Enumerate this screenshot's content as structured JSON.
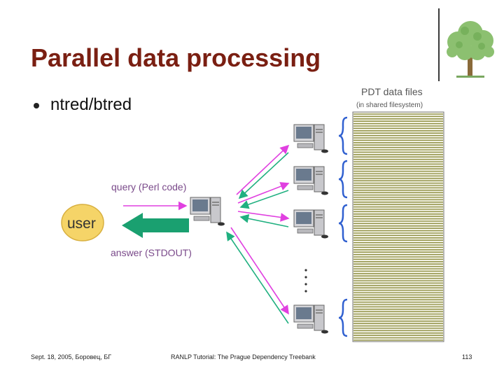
{
  "slide": {
    "title": "Parallel data processing",
    "bullets": [
      "ntred/btred"
    ]
  },
  "diagram": {
    "files_title": "PDT data files",
    "files_subtitle": "(in shared filesystem)",
    "user_label": "user",
    "query_label": "query (Perl code)",
    "answer_label": "answer (STDOUT)",
    "colors": {
      "query_arrow": "#e040e0",
      "answer_arrow": "#20b080",
      "big_arrow": "#1aa070",
      "user_fill": "#f5d468",
      "label_text": "#7a4a8a",
      "stripe": "#8a8a3a",
      "brace": "#3060d0"
    }
  },
  "footer": {
    "left": "Sept. 18, 2005, Боровец, БГ",
    "center": "RANLP Tutorial: The Prague Dependency Treebank",
    "page": "113"
  }
}
